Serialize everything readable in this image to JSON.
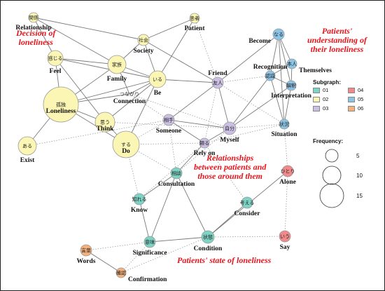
{
  "regions": {
    "decision": [
      "Decision of",
      "loneliness"
    ],
    "understanding": [
      "Patients'",
      "understanding of",
      "their loneliness"
    ],
    "relationships": [
      "Relationships",
      "between patients and",
      "those around them"
    ],
    "state": [
      "Patients' state of loneliness"
    ]
  },
  "legend": {
    "subgraph_title": "Subgraph:",
    "items": [
      {
        "label": "01",
        "color": "#7dd3c4"
      },
      {
        "label": "04",
        "color": "#f08a8a"
      },
      {
        "label": "02",
        "color": "#fbf6b4"
      },
      {
        "label": "05",
        "color": "#8cc4e6"
      },
      {
        "label": "03",
        "color": "#cbbfe3"
      },
      {
        "label": "06",
        "color": "#f6b27c"
      }
    ],
    "frequency_title": "Frequency:",
    "frequency_values": [
      "5",
      "10",
      "15"
    ]
  },
  "nodes": [
    {
      "id": "relationship",
      "jp": "関係",
      "en": "Relationship",
      "group": "02"
    },
    {
      "id": "patient",
      "jp": "患者",
      "en": "Patient",
      "group": "02"
    },
    {
      "id": "society",
      "jp": "社会",
      "en": "Society",
      "group": "02"
    },
    {
      "id": "feel",
      "jp": "感じる",
      "en": "Feel",
      "group": "02"
    },
    {
      "id": "family",
      "jp": "家族",
      "en": "Family",
      "group": "02"
    },
    {
      "id": "be",
      "jp": "いる",
      "en": "Be",
      "group": "02"
    },
    {
      "id": "connection",
      "jp": "つながり",
      "en": "Connection",
      "group": "02"
    },
    {
      "id": "loneliness",
      "jp": "孤独",
      "en": "Loneliness",
      "group": "02"
    },
    {
      "id": "think",
      "jp": "思う",
      "en": "Think",
      "group": "02"
    },
    {
      "id": "exist",
      "jp": "ある",
      "en": "Exist",
      "group": "02"
    },
    {
      "id": "do",
      "jp": "する",
      "en": "Do",
      "group": "02"
    },
    {
      "id": "friend",
      "jp": "友人",
      "en": "Friend",
      "group": "03"
    },
    {
      "id": "someone",
      "jp": "相手",
      "en": "Someone",
      "group": "03"
    },
    {
      "id": "myself",
      "jp": "自分",
      "en": "Myself",
      "group": "03"
    },
    {
      "id": "relyon",
      "jp": "頼る",
      "en": "Rely on",
      "group": "03"
    },
    {
      "id": "become",
      "jp": "なる",
      "en": "Become",
      "group": "05"
    },
    {
      "id": "themselves",
      "jp": "本人",
      "en": "Themselves",
      "group": "05"
    },
    {
      "id": "recognition",
      "jp": "認識",
      "en": "Recognition",
      "group": "05"
    },
    {
      "id": "interpretation",
      "jp": "解釈",
      "en": "Interpretation",
      "group": "05"
    },
    {
      "id": "situation",
      "jp": "状況",
      "en": "Situation",
      "group": "05"
    },
    {
      "id": "consultation",
      "jp": "相談",
      "en": "Consultation",
      "group": "01"
    },
    {
      "id": "know",
      "jp": "知れる",
      "en": "Know",
      "group": "01"
    },
    {
      "id": "consider",
      "jp": "考える",
      "en": "Consider",
      "group": "01"
    },
    {
      "id": "significance",
      "jp": "意味",
      "en": "Significance",
      "group": "01"
    },
    {
      "id": "condition",
      "jp": "状態",
      "en": "Condition",
      "group": "01"
    },
    {
      "id": "alone",
      "jp": "ひとり",
      "en": "Alone",
      "group": "04"
    },
    {
      "id": "say",
      "jp": "いう",
      "en": "Say",
      "group": "04"
    },
    {
      "id": "words",
      "jp": "言葉",
      "en": "Words",
      "group": "06"
    },
    {
      "id": "confirmation",
      "jp": "確認",
      "en": "Confirmation",
      "group": "06"
    }
  ],
  "edges": [
    {
      "a": "relationship",
      "b": "feel",
      "type": "solid"
    },
    {
      "a": "relationship",
      "b": "family",
      "type": "solid"
    },
    {
      "a": "relationship",
      "b": "society",
      "type": "solid"
    },
    {
      "a": "patient",
      "b": "society",
      "type": "solid"
    },
    {
      "a": "patient",
      "b": "be",
      "type": "solid"
    },
    {
      "a": "society",
      "b": "family",
      "type": "solid"
    },
    {
      "a": "society",
      "b": "be",
      "type": "solid"
    },
    {
      "a": "feel",
      "b": "family",
      "type": "solid"
    },
    {
      "a": "feel",
      "b": "loneliness",
      "type": "solid"
    },
    {
      "a": "feel",
      "b": "think",
      "type": "solid"
    },
    {
      "a": "feel",
      "b": "be",
      "type": "solid"
    },
    {
      "a": "family",
      "b": "be",
      "type": "solid"
    },
    {
      "a": "family",
      "b": "connection",
      "type": "solid"
    },
    {
      "a": "family",
      "b": "loneliness",
      "type": "solid"
    },
    {
      "a": "loneliness",
      "b": "think",
      "type": "solid"
    },
    {
      "a": "loneliness",
      "b": "be",
      "type": "solid"
    },
    {
      "a": "loneliness",
      "b": "exist",
      "type": "solid"
    },
    {
      "a": "loneliness",
      "b": "do",
      "type": "solid"
    },
    {
      "a": "loneliness",
      "b": "connection",
      "type": "solid"
    },
    {
      "a": "think",
      "b": "be",
      "type": "solid"
    },
    {
      "a": "think",
      "b": "do",
      "type": "solid"
    },
    {
      "a": "be",
      "b": "connection",
      "type": "solid"
    },
    {
      "a": "be",
      "b": "do",
      "type": "solid"
    },
    {
      "a": "be",
      "b": "friend",
      "type": "solid"
    },
    {
      "a": "society",
      "b": "friend",
      "type": "solid"
    },
    {
      "a": "friend",
      "b": "myself",
      "type": "solid"
    },
    {
      "a": "friend",
      "b": "someone",
      "type": "solid"
    },
    {
      "a": "friend",
      "b": "become",
      "type": "solid"
    },
    {
      "a": "someone",
      "b": "myself",
      "type": "solid"
    },
    {
      "a": "someone",
      "b": "relyon",
      "type": "solid"
    },
    {
      "a": "myself",
      "b": "relyon",
      "type": "solid"
    },
    {
      "a": "myself",
      "b": "recognition",
      "type": "solid"
    },
    {
      "a": "myself",
      "b": "interpretation",
      "type": "solid"
    },
    {
      "a": "relyon",
      "b": "consultation",
      "type": "solid"
    },
    {
      "a": "become",
      "b": "themselves",
      "type": "solid"
    },
    {
      "a": "become",
      "b": "recognition",
      "type": "solid"
    },
    {
      "a": "become",
      "b": "interpretation",
      "type": "solid"
    },
    {
      "a": "become",
      "b": "situation",
      "type": "solid"
    },
    {
      "a": "themselves",
      "b": "recognition",
      "type": "solid"
    },
    {
      "a": "themselves",
      "b": "interpretation",
      "type": "solid"
    },
    {
      "a": "recognition",
      "b": "interpretation",
      "type": "solid"
    },
    {
      "a": "recognition",
      "b": "situation",
      "type": "solid"
    },
    {
      "a": "interpretation",
      "b": "situation",
      "type": "solid"
    },
    {
      "a": "consultation",
      "b": "know",
      "type": "solid"
    },
    {
      "a": "consultation",
      "b": "significance",
      "type": "solid"
    },
    {
      "a": "consultation",
      "b": "condition",
      "type": "solid"
    },
    {
      "a": "know",
      "b": "significance",
      "type": "solid"
    },
    {
      "a": "significance",
      "b": "condition",
      "type": "solid"
    },
    {
      "a": "consider",
      "b": "condition",
      "type": "solid"
    },
    {
      "a": "condition",
      "b": "alone",
      "type": "solid"
    },
    {
      "a": "words",
      "b": "confirmation",
      "type": "solid"
    },
    {
      "a": "do",
      "b": "someone",
      "type": "dotted"
    },
    {
      "a": "do",
      "b": "relyon",
      "type": "dotted"
    },
    {
      "a": "do",
      "b": "consultation",
      "type": "dotted"
    },
    {
      "a": "do",
      "b": "know",
      "type": "dotted"
    },
    {
      "a": "exist",
      "b": "someone",
      "type": "dotted"
    },
    {
      "a": "think",
      "b": "myself",
      "type": "dotted"
    },
    {
      "a": "connection",
      "b": "someone",
      "type": "dotted"
    },
    {
      "a": "connection",
      "b": "myself",
      "type": "dotted"
    },
    {
      "a": "patient",
      "b": "friend",
      "type": "dotted"
    },
    {
      "a": "friend",
      "b": "recognition",
      "type": "dotted"
    },
    {
      "a": "friend",
      "b": "situation",
      "type": "dotted"
    },
    {
      "a": "friend",
      "b": "relyon",
      "type": "dotted"
    },
    {
      "a": "myself",
      "b": "situation",
      "type": "dotted"
    },
    {
      "a": "myself",
      "b": "consultation",
      "type": "dotted"
    },
    {
      "a": "relyon",
      "b": "situation",
      "type": "dotted"
    },
    {
      "a": "relyon",
      "b": "know",
      "type": "dotted"
    },
    {
      "a": "someone",
      "b": "consultation",
      "type": "dotted"
    },
    {
      "a": "significance",
      "b": "words",
      "type": "dotted"
    },
    {
      "a": "significance",
      "b": "confirmation",
      "type": "dotted"
    },
    {
      "a": "condition",
      "b": "confirmation",
      "type": "dotted"
    },
    {
      "a": "condition",
      "b": "say",
      "type": "dotted"
    },
    {
      "a": "say",
      "b": "alone",
      "type": "dotted"
    },
    {
      "a": "alone",
      "b": "situation",
      "type": "dotted"
    },
    {
      "a": "consider",
      "b": "relyon",
      "type": "dotted"
    }
  ]
}
